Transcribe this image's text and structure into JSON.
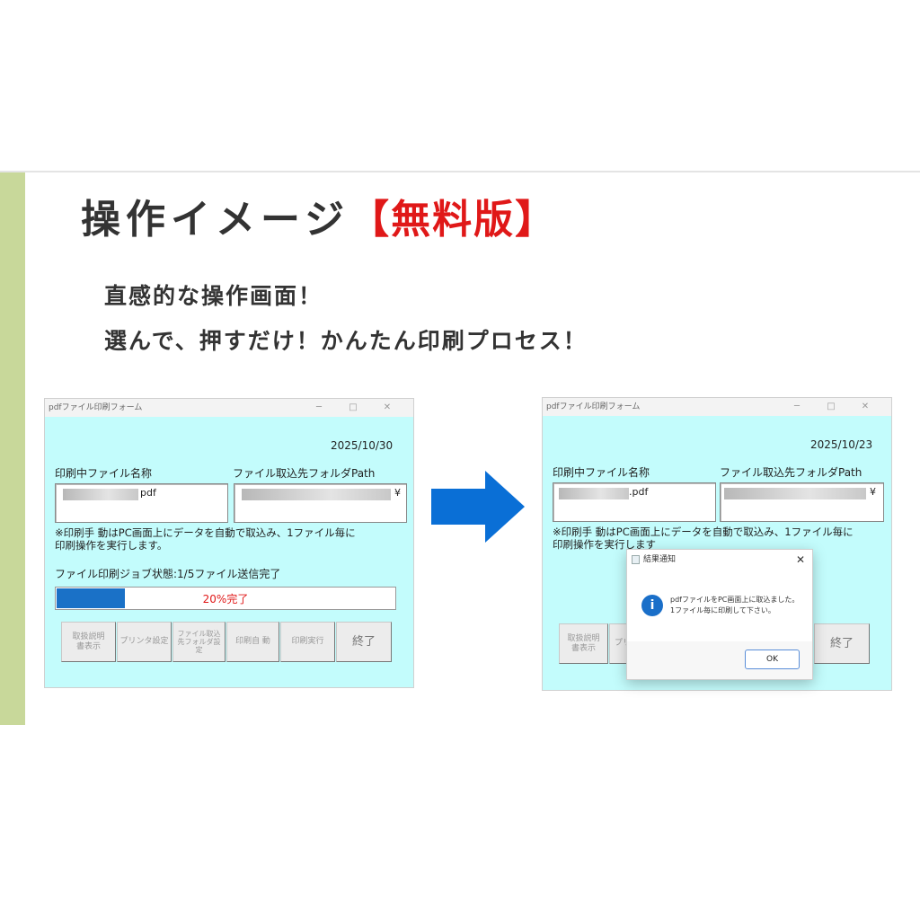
{
  "slide": {
    "heading": "操作イメージ",
    "heading_accent": "【無料版】",
    "subtitle_1": "直感的な操作画面！",
    "subtitle_2": "選んで、押すだけ！かんたん印刷プロセス！"
  },
  "left_window": {
    "title": "pdfファイル印刷フォーム",
    "controls": [
      "─",
      "□",
      "✕"
    ],
    "date": "2025/10/30",
    "label_printing_file": "印刷中ファイル名称",
    "label_import_folder": "ファイル取込先フォルダPath",
    "file_value": "pdf",
    "folder_value": "¥",
    "note_line1": "※印刷手 動はPC画面上にデータを自動で取込み、1ファイル毎に",
    "note_line2": "印刷操作を実行します。",
    "job_status": "ファイル印刷ジョブ状態:1/5ファイル送信完了",
    "progress_percent": 20,
    "progress_text": "20%完了",
    "buttons": [
      {
        "label": "取扱説明\n書表示"
      },
      {
        "label": "プリンタ設定"
      },
      {
        "label": "ファイル取込\n先フォルダ設\n定"
      },
      {
        "label": "印刷自 動"
      },
      {
        "label": "印刷実行"
      },
      {
        "label": "終了"
      }
    ]
  },
  "right_window": {
    "title": "pdfファイル印刷フォーム",
    "controls": [
      "─",
      "□",
      "✕"
    ],
    "date": "2025/10/23",
    "label_printing_file": "印刷中ファイル名称",
    "label_import_folder": "ファイル取込先フォルダPath",
    "file_value": ".pdf",
    "folder_value": "¥",
    "note_line1": "※印刷手 動はPC画面上にデータを自動で取込み、1ファイル毎に",
    "note_line2": "印刷操作を実行します",
    "buttons": [
      {
        "label": "取扱説明\n書表示"
      },
      {
        "label": "プリ"
      },
      {
        "label": "終了"
      }
    ]
  },
  "dialog": {
    "title": "結果通知",
    "close": "✕",
    "message_line1": "pdfファイルをPC画面上に取込ました。",
    "message_line2": "1ファイル毎に印刷して下さい。",
    "ok_label": "OK"
  },
  "colors": {
    "window_bg": "#c3fcfc",
    "accent_red": "#e01818",
    "progress_blue": "#1a71c7",
    "arrow_blue": "#0a6fd6",
    "side_bar": "#c8d89a"
  },
  "icons": {
    "arrow": "right-arrow-icon",
    "info": "info-icon"
  }
}
